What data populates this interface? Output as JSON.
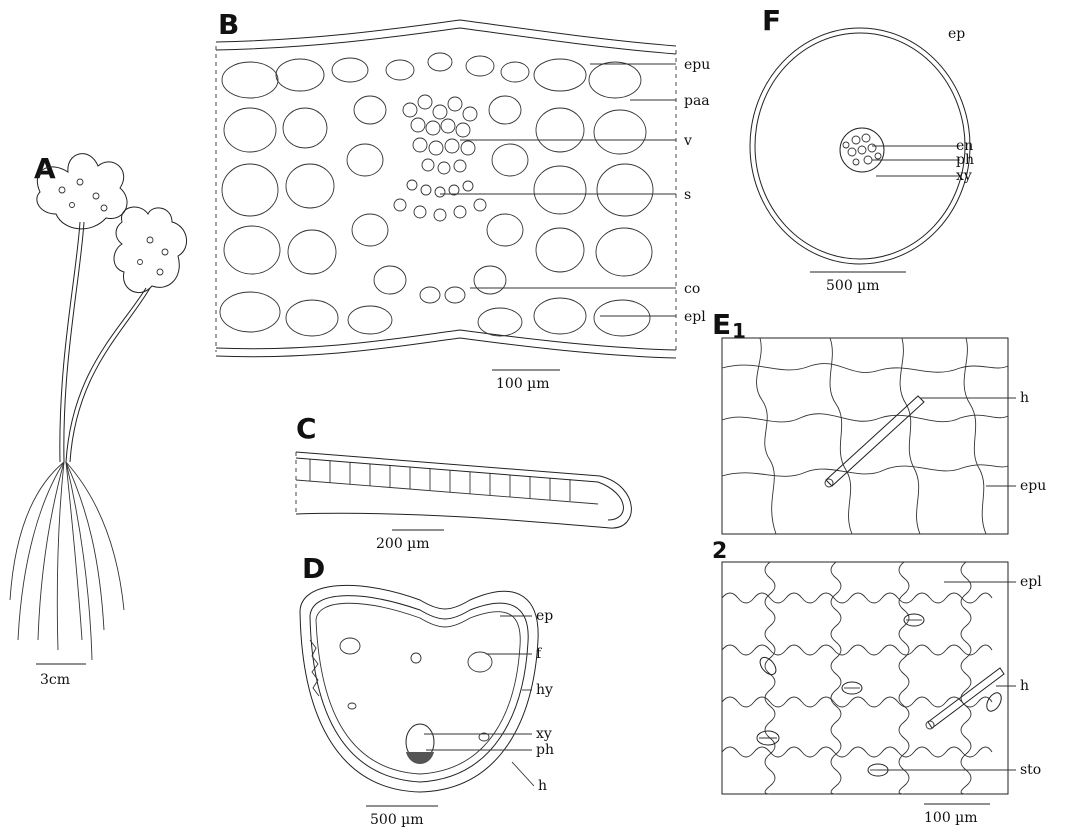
{
  "panels": {
    "A": {
      "letter": "A",
      "scale": "3cm"
    },
    "B": {
      "letter": "B",
      "scale": "100 µm",
      "labels": [
        "epu",
        "paa",
        "v",
        "s",
        "co",
        "epl"
      ]
    },
    "C": {
      "letter": "C",
      "scale": "200 µm"
    },
    "D": {
      "letter": "D",
      "scale": "500 µm",
      "labels": [
        "ep",
        "f",
        "hy",
        "xy",
        "ph",
        "h"
      ]
    },
    "F": {
      "letter": "F",
      "scale": "500 µm",
      "labels": [
        "ep",
        "en",
        "ph",
        "xy"
      ]
    },
    "E1": {
      "letter": "E",
      "sub": "1",
      "scale": "",
      "labels": [
        "h",
        "epu"
      ]
    },
    "E2": {
      "letter": "2",
      "scale": "100 µm",
      "labels": [
        "epl",
        "h",
        "sto"
      ]
    }
  }
}
